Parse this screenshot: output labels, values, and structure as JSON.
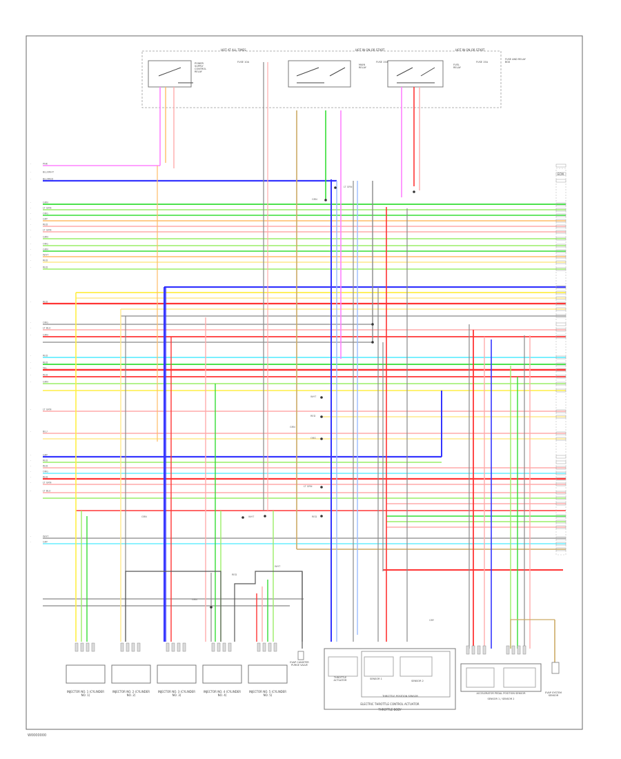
{
  "diagram": {
    "page_code": "W0000000",
    "header": {
      "left_title": "HOT AT ALL TIMES",
      "mid_title": "HOT IN ON OR START",
      "right_title": "HOT IN ON OR START"
    },
    "top_components": {
      "relay_left": "POWER SUPPLY CONTROL RELAY",
      "fuse_left": "FUSE 10A",
      "relay_mid": "MAIN RELAY",
      "fuse_mid": "FUSE 15A",
      "relay_right": "FUEL RELAY",
      "fuse_right": "FUSE 15A",
      "box_right": "FUSE AND RELAY BOX"
    },
    "wires": {
      "colors": {
        "pink": "#ff80ff",
        "blue": "#3333ff",
        "green": "#33dd33",
        "lightgreen": "#99ee66",
        "red": "#ff3333",
        "orange": "#ffbb66",
        "yellow": "#ffee44",
        "cyan": "#66eeff",
        "gray": "#888888",
        "black": "#333333",
        "tan": "#ccaa66",
        "lightpink": "#ffaaaa",
        "lightyellow": "#ffe88a",
        "lightblue": "#99bbff"
      },
      "left_labels": [
        "PNK",
        "BLU/WHT",
        "BLU/RED",
        "GRN",
        "LT GRN",
        "ORG",
        "GRY",
        "RED",
        "LT GRN",
        "GRN",
        "ORG",
        "GRN",
        "WHT",
        "RED",
        "RED",
        "RED",
        "ORG",
        "LT BLU",
        "GRN",
        "RED",
        "RED",
        "YEL",
        "RED",
        "GRN",
        "LT GRN",
        "BLU",
        "GRY",
        "RED",
        "RED",
        "ORG",
        "RED",
        "LT GRN",
        "LT BLU",
        "WHT",
        "GRY"
      ],
      "segment_labels": [
        "GRN",
        "LT GRN",
        "WHT",
        "RED",
        "GRN",
        "ORG",
        "LT GRN",
        "RED",
        "GRN",
        "WHT",
        "RED",
        "GRN",
        "WHT",
        "GRY"
      ]
    },
    "ecm_right_label": "ECM",
    "bottom_components": [
      {
        "label": "INJECTOR NO. 1 (CYLINDER NO. 1)"
      },
      {
        "label": "INJECTOR NO. 2 (CYLINDER NO. 2)"
      },
      {
        "label": "INJECTOR NO. 3 (CYLINDER NO. 3)"
      },
      {
        "label": "INJECTOR NO. 4 (CYLINDER NO. 4)"
      },
      {
        "label": "INJECTOR NO. 5 (CYLINDER NO. 5)"
      }
    ],
    "bottom_right": {
      "small_comp": "EVAP CANISTER PURGE VALVE",
      "group_label": "ELECTRIC THROTTLE CONTROL ACTUATOR",
      "group_sub": "THROTTLE BODY",
      "sensor_1": "THROTTLE ACTUATOR",
      "sensor_2": "SENSOR 1",
      "sensor_3": "SENSOR 2",
      "box_label": "THROTTLE POSITION SENSOR",
      "right_group": "ACCELERATOR PEDAL POSITION SENSOR",
      "right_group_sub": "SENSOR 1 / SENSOR 2",
      "far_right": "EVAP SYSTEM SENSOR"
    }
  }
}
